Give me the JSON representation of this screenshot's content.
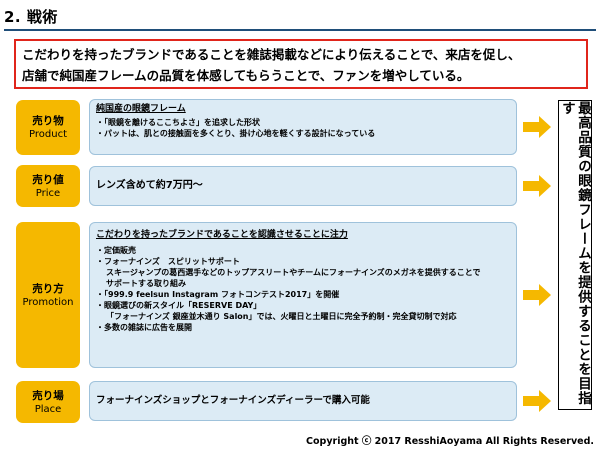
{
  "section_title": "2. 戦術",
  "banner": {
    "line1": "こだわりを持ったブランドであることを雑誌掲載などにより伝えることで、来店を促し、",
    "line2": "店舗で純国産フレームの品質を体感してもらうことで、ファンを増やしている。"
  },
  "product": {
    "label_jp": "売り物",
    "label_en": "Product",
    "heading": "純国産の眼鏡フレーム",
    "items": [
      "・「眼鏡を離けるここちよさ」を追求した形状",
      "・パットは、肌との接触面を多くとり、掛け心地を軽くする設計になっている"
    ]
  },
  "price": {
    "label_jp": "売り値",
    "label_en": "Price",
    "text": "レンズ含めて約7万円～"
  },
  "promotion": {
    "label_jp": "売り方",
    "label_en": "Promotion",
    "heading": "こだわりを持ったブランドであることを認識させることに注力",
    "items": [
      "・定価販売",
      "・フォーナインズ　スピリットサポート",
      "スキージャンプの葛西選手などのトップアスリートやチームにフォーナインズのメガネを提供することで",
      "サポートする取り組み",
      "・「999.9 feelsun Instagram フォトコンテスト2017」を開催",
      "・眼鏡選びの新スタイル「RESERVE DAY」",
      "「フォーナインズ 銀座並木通り Salon」では、火曜日と土曜日に完全予約制・完全貸切制で対応",
      "・多数の雑誌に広告を展開"
    ]
  },
  "place": {
    "label_jp": "売り場",
    "label_en": "Place",
    "text": "フォーナインズショップとフォーナインズディーラーで購入可能"
  },
  "result": {
    "text": "最高品質の眼鏡フレームを提供することを目指す"
  },
  "copyright": "Copyright ⓒ 2017 ResshiAoyama All Rights Reserved.",
  "colors": {
    "category": "#f5b800",
    "content_bg": "#dcebf5",
    "banner_border": "#e0251b",
    "arrow": "#f5b800"
  }
}
